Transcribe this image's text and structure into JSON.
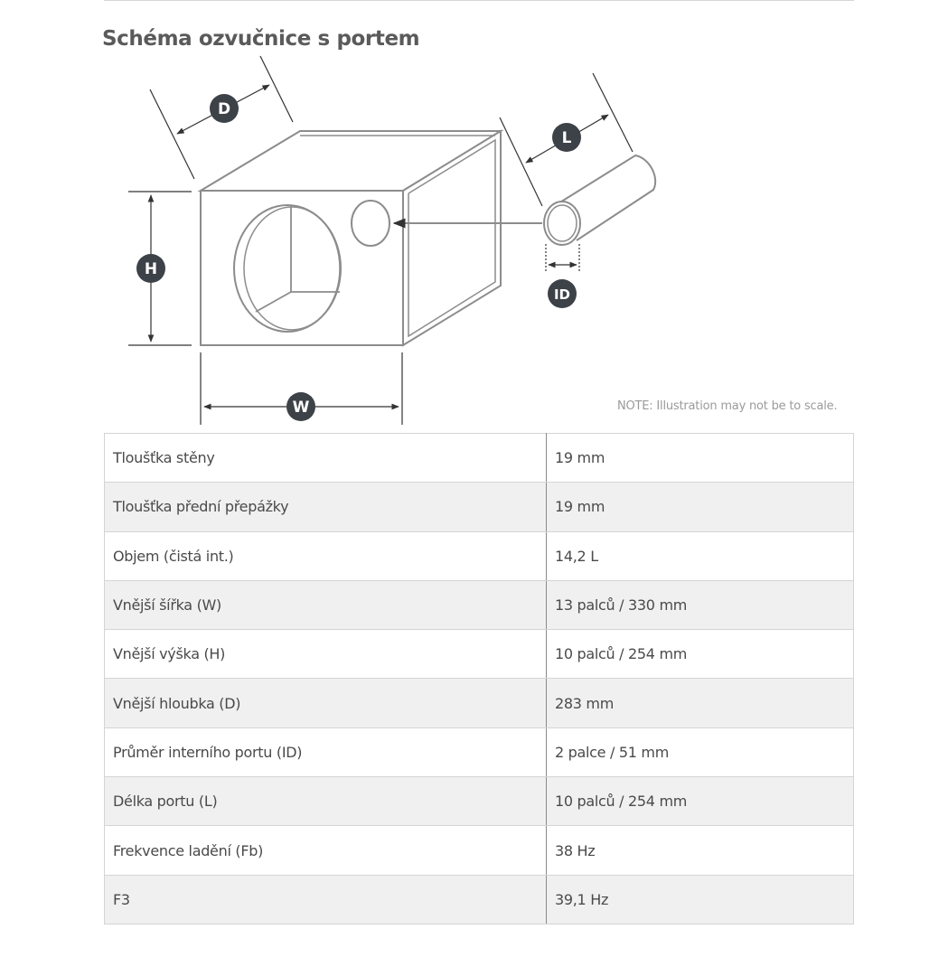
{
  "header": {
    "title": "Schéma ozvučnice s portem"
  },
  "diagram": {
    "labels": {
      "depth": "D",
      "length": "L",
      "height": "H",
      "width": "W",
      "inner_diameter": "ID"
    },
    "note": "NOTE: Illustration may not be to scale."
  },
  "specs": [
    {
      "label": "Tloušťka stěny",
      "value": "19 mm"
    },
    {
      "label": "Tloušťka přední přepážky",
      "value": "19 mm"
    },
    {
      "label": "Objem (čistá int.)",
      "value": "14,2 L"
    },
    {
      "label": "Vnější šířka (W)",
      "value": "13 palců / 330 mm"
    },
    {
      "label": "Vnější výška (H)",
      "value": "10 palců / 254 mm"
    },
    {
      "label": "Vnější hloubka (D)",
      "value": "283 mm"
    },
    {
      "label": "Průměr interního portu (ID)",
      "value": "2 palce / 51 mm"
    },
    {
      "label": "Délka portu (L)",
      "value": "10 palců / 254 mm"
    },
    {
      "label": "Frekvence ladění (Fb)",
      "value": "38 Hz"
    },
    {
      "label": "F3",
      "value": "39,1 Hz"
    }
  ],
  "colors": {
    "badge": "#3d4148",
    "line": "#8c8c8c",
    "row_alt": "#f0f0f0"
  }
}
